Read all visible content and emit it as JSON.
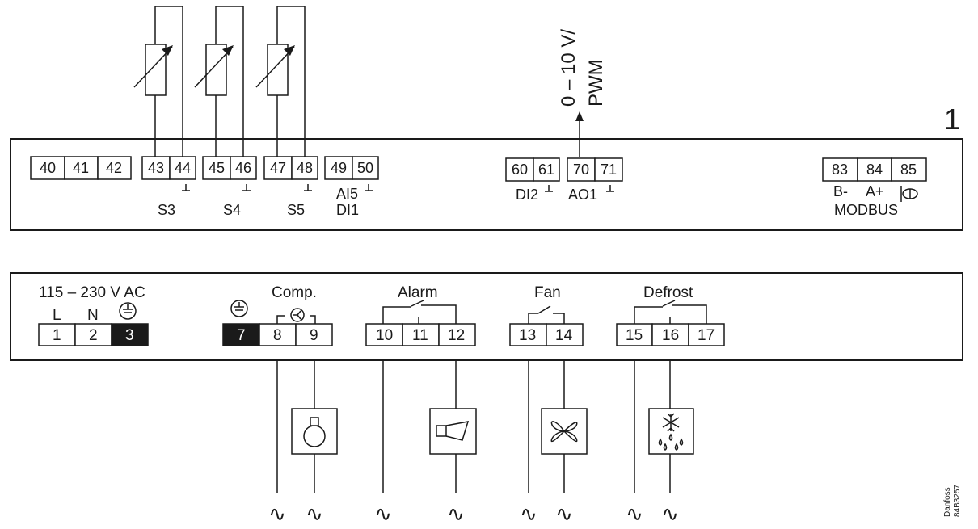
{
  "diagram": {
    "board_number": "1",
    "output_label_line1": "0 – 10 V/",
    "output_label_line2": "PWM",
    "code_brand": "Danfoss",
    "code_number": "84B3257",
    "top_terminals": [
      "40",
      "41",
      "42",
      "43",
      "44",
      "45",
      "46",
      "47",
      "48",
      "49",
      "50",
      "60",
      "61",
      "70",
      "71",
      "83",
      "84",
      "85"
    ],
    "top_labels": {
      "s3": "S3",
      "s4": "S4",
      "s5": "S5",
      "ai5": "AI5",
      "di1": "DI1",
      "di2": "DI2",
      "ao1": "AO1",
      "b_minus": "B-",
      "a_plus": "A+",
      "modbus": "MODBUS"
    },
    "power": {
      "title": "115 – 230 V AC",
      "l": "L",
      "n": "N",
      "t1": "1",
      "t2": "2",
      "t3": "3"
    },
    "comp": {
      "title": "Comp.",
      "t7": "7",
      "t8": "8",
      "t9": "9"
    },
    "alarm": {
      "title": "Alarm",
      "t10": "10",
      "t11": "11",
      "t12": "12"
    },
    "fan": {
      "title": "Fan",
      "t13": "13",
      "t14": "14"
    },
    "defrost": {
      "title": "Defrost",
      "t15": "15",
      "t16": "16",
      "t17": "17"
    },
    "ac_symbol": "∿"
  }
}
